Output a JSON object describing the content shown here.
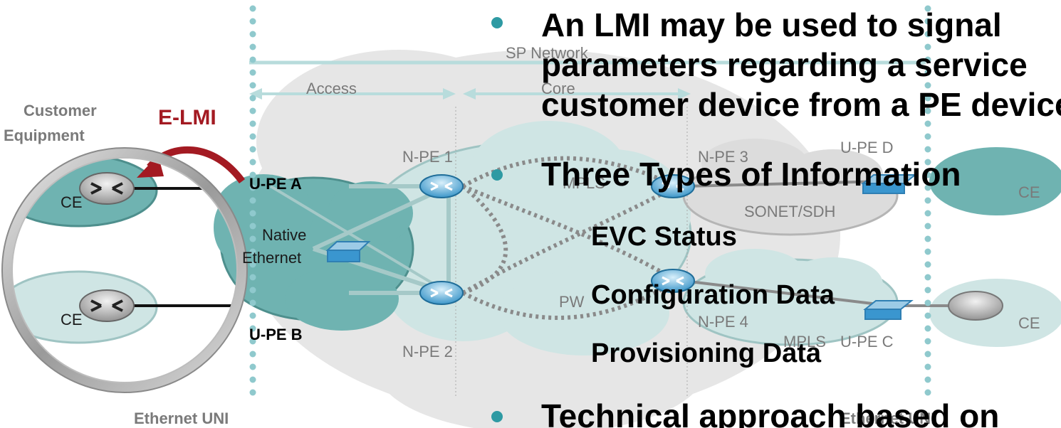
{
  "diagram": {
    "regions": {
      "sp_network": "SP Network",
      "access": "Access",
      "core": "Core",
      "customer_equipment_line1": "Customer",
      "customer_equipment_line2": "Equipment",
      "native_ethernet_line1": "Native",
      "native_ethernet_line2": "Ethernet",
      "mpls_core": "MPLS",
      "sonet_sdh": "SONET/SDH",
      "mpls_lower": "MPLS",
      "pw": "PW",
      "ethernet_uni_left": "Ethernet UNI",
      "ethernet_uni_right": "Ethernet UNI"
    },
    "nodes": {
      "ce_top_left": "CE",
      "ce_bottom_left": "CE",
      "upe_a": "U-PE A",
      "upe_b": "U-PE B",
      "npe1": "N-PE 1",
      "npe2": "N-PE 2",
      "npe3": "N-PE 3",
      "npe4": "N-PE 4",
      "upe_d": "U-PE D",
      "upe_c": "U-PE C",
      "ce_top_right": "CE",
      "ce_bottom_right": "CE"
    },
    "elmi_label": "E-LMI",
    "colors": {
      "cloud_teal": "#6fb3b1",
      "cloud_light": "#cfe5e4",
      "cloud_grey": "#dcdcdc",
      "elmi_red": "#a31a22",
      "uni_dots": "#8fc9cd",
      "bullet_teal": "#2e9aa3"
    }
  },
  "bullets": [
    {
      "text": "An LMI may be used to signal",
      "level": 1
    },
    {
      "text": "parameters regarding a service",
      "level": 1
    },
    {
      "text": "customer device from a PE device",
      "level": 1
    },
    {
      "text": "Three Types of Information",
      "level": 1
    },
    {
      "text": "EVC Status",
      "level": 2
    },
    {
      "text": "Configuration Data",
      "level": 2
    },
    {
      "text": "Provisioning Data",
      "level": 2
    },
    {
      "text": "Technical approach based on",
      "level": 1
    }
  ]
}
